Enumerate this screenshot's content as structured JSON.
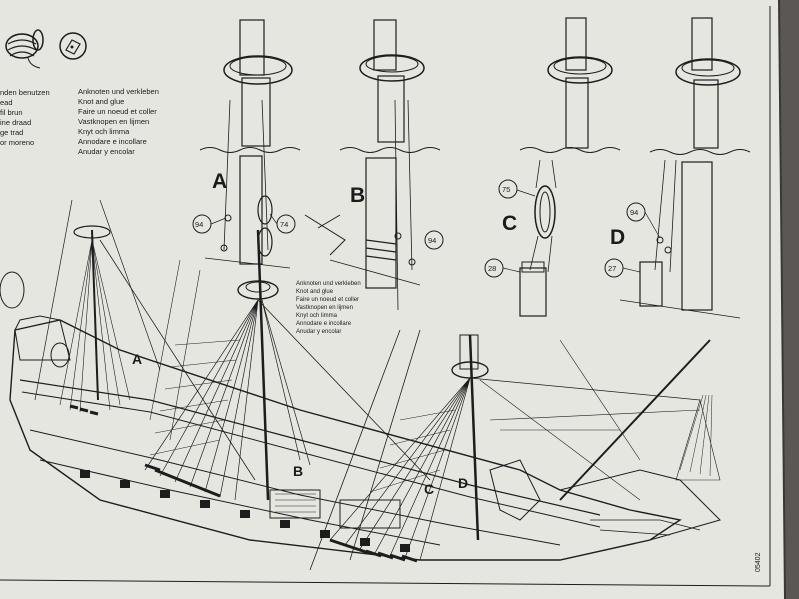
{
  "legend_left": [
    "nden benutzen",
    "ead",
    "fil brun",
    "ine draad",
    "ge trad",
    "or moreno"
  ],
  "legend_right": [
    "Anknoten und verkleben",
    "Knot and glue",
    "Faire un noeud et coller",
    "Vastknopen en lijmen",
    "Knyt och limma",
    "Annodare e incollare",
    "Anudar y encolar"
  ],
  "legend_small": [
    "Anknoten und verkleben",
    "Knot and glue",
    "Faire un noeud et coller",
    "Vastknopen en lijmen",
    "Knyt och limma",
    "Annodare e incollare",
    "Anudar y encolar"
  ],
  "detail_labels": {
    "a": "A",
    "b": "B",
    "c": "C",
    "d": "D"
  },
  "ship_labels": {
    "a": "A",
    "b": "B",
    "c": "C",
    "d": "D"
  },
  "part_numbers": {
    "a_left": "94",
    "a_right": "74",
    "b_right": "94",
    "c_top": "75",
    "c_bottom": "28",
    "d_top": "94",
    "d_bottom": "27"
  },
  "page_code": "05402"
}
